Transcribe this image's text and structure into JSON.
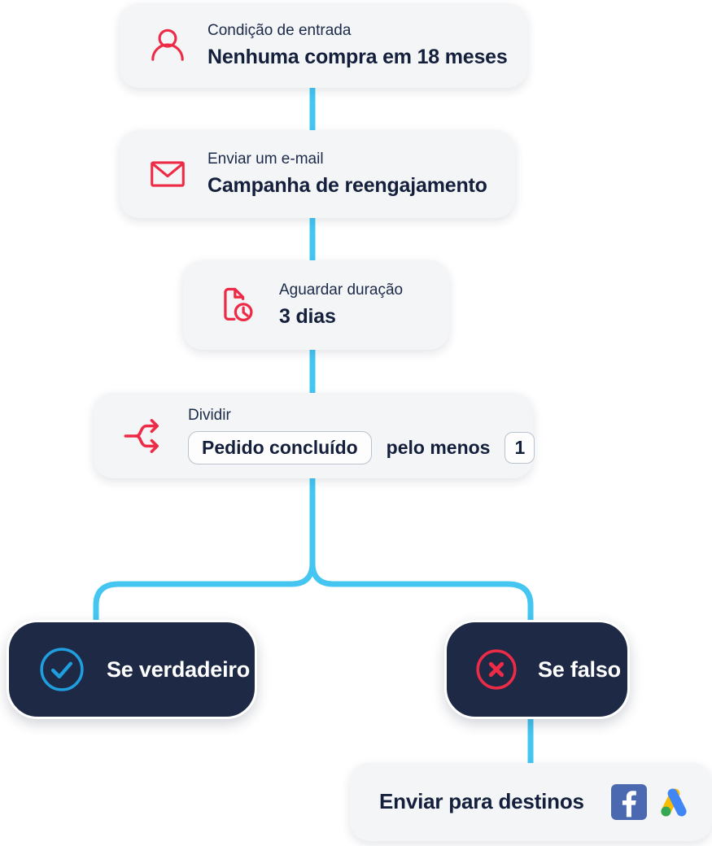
{
  "colors": {
    "connector": "#45c6f1",
    "accent_red": "#ee2b47",
    "accent_blue": "#1f9fe0",
    "card_bg": "#f3f5f7",
    "dark_card_bg": "#1e2a45",
    "text_navy": "#141f3c",
    "facebook_blue": "#4a69b0",
    "google_yellow": "#fbbc04",
    "google_blue": "#4285f4",
    "google_green": "#34a853"
  },
  "nodes": {
    "entry": {
      "label": "Condição de entrada",
      "value": "Nenhuma compra em 18 meses",
      "icon": "person-icon"
    },
    "email": {
      "label": "Enviar um e-mail",
      "value": "Campanha de reengajamento",
      "icon": "envelope-icon"
    },
    "wait": {
      "label": "Aguardar duração",
      "value": "3 dias",
      "icon": "document-clock-icon"
    },
    "split": {
      "label": "Dividir",
      "event": "Pedido concluído",
      "operator": "pelo menos",
      "count": "1",
      "icon": "split-arrows-icon"
    },
    "branch_true": {
      "label": "Se verdadeiro",
      "icon": "check-circle-icon"
    },
    "branch_false": {
      "label": "Se falso",
      "icon": "x-circle-icon"
    },
    "destinations": {
      "label": "Enviar para destinos",
      "icons": [
        "facebook-icon",
        "google-ads-icon"
      ]
    }
  }
}
